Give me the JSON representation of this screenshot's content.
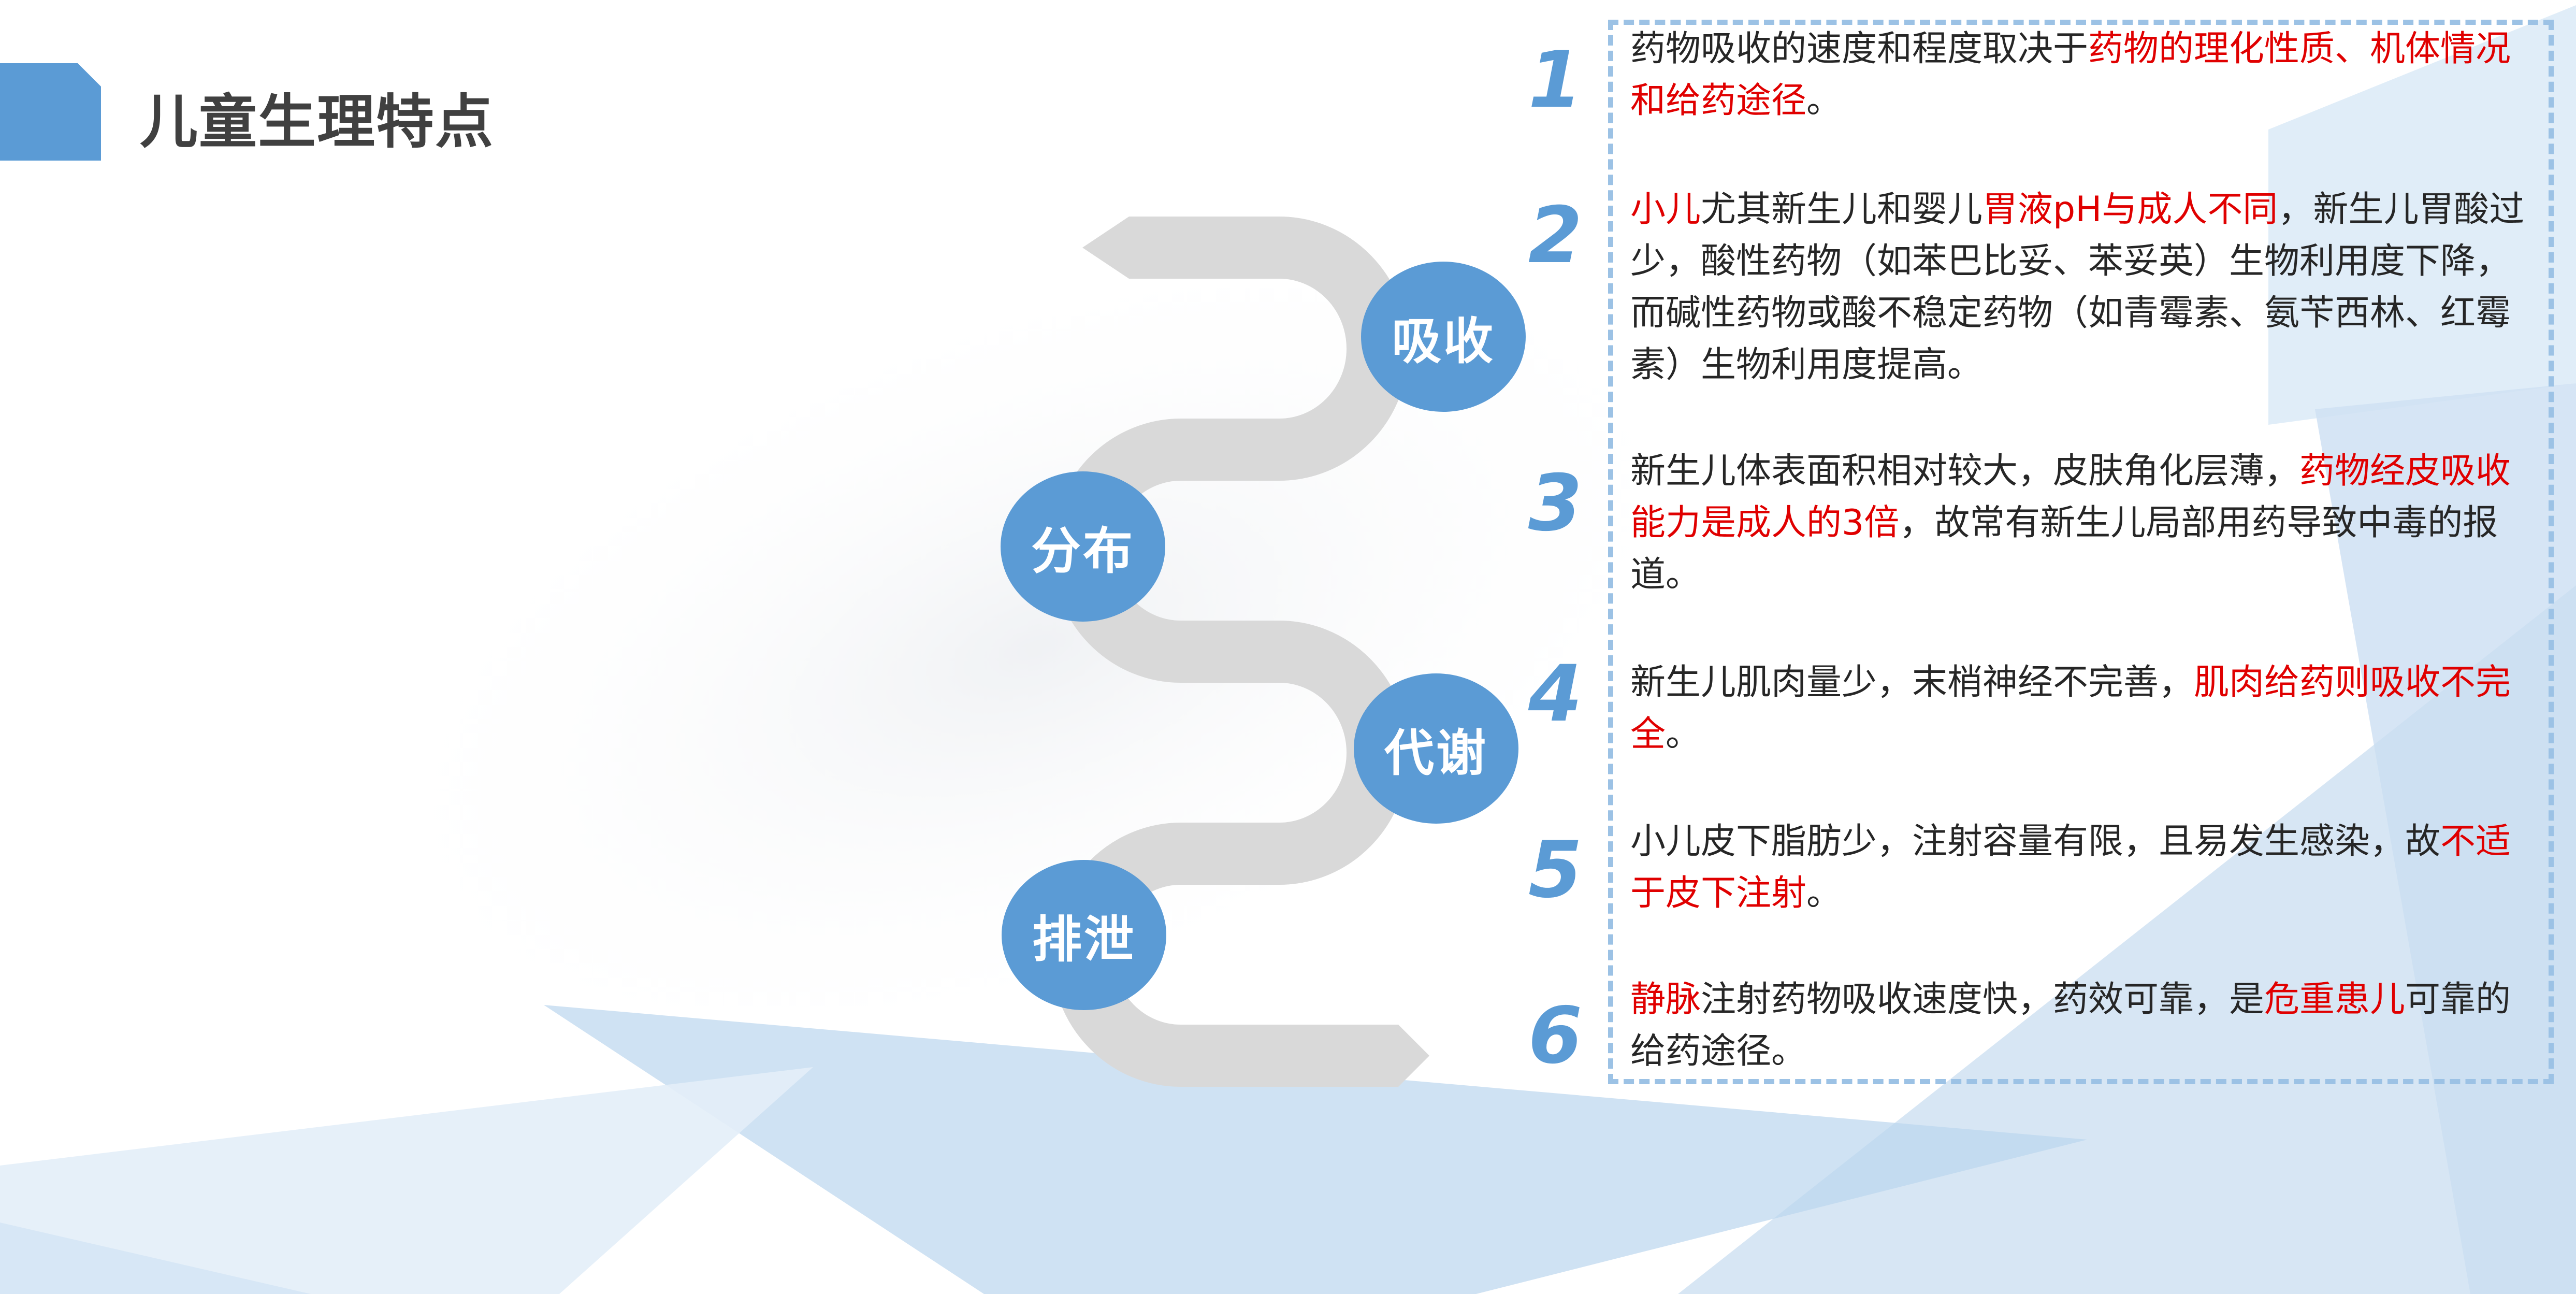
{
  "title": "儿童生理特点",
  "colors": {
    "accent": "#5b9bd5",
    "highlight": "#e00000",
    "text": "#262626",
    "snake": "#d9d9d9",
    "dashed_border": "#9cc2e5"
  },
  "nodes": [
    "吸收",
    "分布",
    "代谢",
    "排泄"
  ],
  "items": [
    {
      "number": "1",
      "segments": [
        {
          "text": "药物吸收的速度和程度取决于",
          "red": false
        },
        {
          "text": "药物的理化性质、机体情况和给药途径",
          "red": true
        },
        {
          "text": "。",
          "red": false
        }
      ]
    },
    {
      "number": "2",
      "segments": [
        {
          "text": "小儿",
          "red": true
        },
        {
          "text": "尤其新生儿和婴儿",
          "red": false
        },
        {
          "text": "胃液pH与成人不同",
          "red": true
        },
        {
          "text": "，新生儿胃酸过少，酸性药物（如苯巴比妥、苯妥英）生物利用度下降，而碱性药物或酸不稳定药物（如青霉素、氨苄西林、红霉素）生物利用度提高。",
          "red": false
        }
      ]
    },
    {
      "number": "3",
      "segments": [
        {
          "text": "新生儿体表面积相对较大，皮肤角化层薄，",
          "red": false
        },
        {
          "text": "药物经皮吸收能力是成人的3倍",
          "red": true
        },
        {
          "text": "，故常有新生儿局部用药导致中毒的报道。",
          "red": false
        }
      ]
    },
    {
      "number": "4",
      "segments": [
        {
          "text": "新生儿肌肉量少，末梢神经不完善，",
          "red": false
        },
        {
          "text": "肌肉给药则吸收不完全",
          "red": true
        },
        {
          "text": "。",
          "red": false
        }
      ]
    },
    {
      "number": "5",
      "segments": [
        {
          "text": "小儿皮下脂肪少，注射容量有限，且易发生感染，故",
          "red": false
        },
        {
          "text": "不适于皮下注射",
          "red": true
        },
        {
          "text": "。",
          "red": false
        }
      ]
    },
    {
      "number": "6",
      "segments": [
        {
          "text": "静脉",
          "red": true
        },
        {
          "text": "注射药物吸收速度快，药效可靠，是",
          "red": false
        },
        {
          "text": "危重患儿",
          "red": true
        },
        {
          "text": "可靠的给药途径。",
          "red": false
        }
      ]
    }
  ]
}
